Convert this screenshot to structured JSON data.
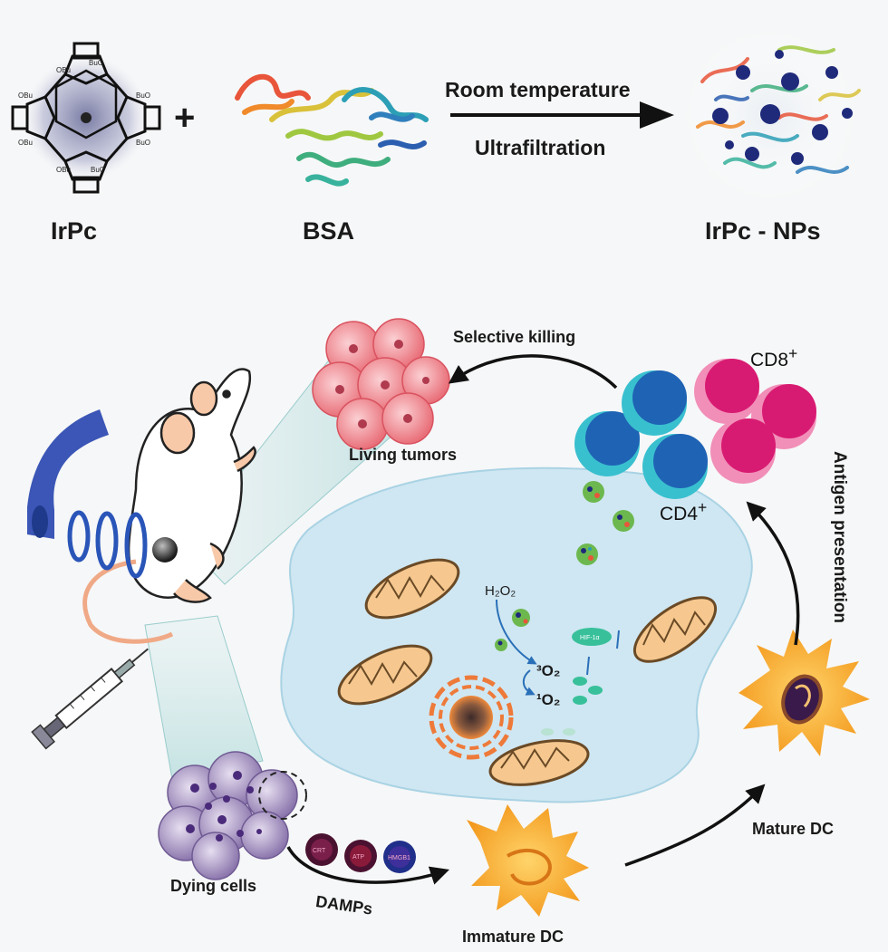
{
  "top": {
    "reagent_1": "IrPc",
    "plus": "+",
    "reagent_2": "BSA",
    "condition_1": "Room temperature",
    "condition_2": "Ultrafiltration",
    "product": "IrPc - NPs"
  },
  "molecule": {
    "substituents": [
      "OBu",
      "BuO",
      "OBu",
      "BuO",
      "OBu",
      "BuO",
      "OBu",
      "BuO"
    ]
  },
  "bottom": {
    "selective_killing": "Selective killing",
    "living_tumors": "Living tumors",
    "cd8": "CD8",
    "cd4": "CD4",
    "plus_sup": "+",
    "antigen_presentation": "Antigen presentation",
    "h2o2": "H₂O₂",
    "o2_triplet": "³O₂",
    "o2_singlet": "¹O₂",
    "hif": "HIF-1α",
    "mature_dc": "Mature DC",
    "immature_dc": "Immature DC",
    "dying_cells": "Dying cells",
    "damps": "DAMPs",
    "damp_1": "CRT",
    "damp_2": "ATP",
    "damp_3": "HMGB1"
  },
  "colors": {
    "cd8": "#d81b72",
    "cd4": "#1f63b4",
    "cd4_rim": "#39c0cf",
    "dc": "#f4a228",
    "cell_bg": "#cfe7f2",
    "tumor": "#f08f95",
    "dying": "#9b88b8",
    "waves": "#2a55b8"
  }
}
